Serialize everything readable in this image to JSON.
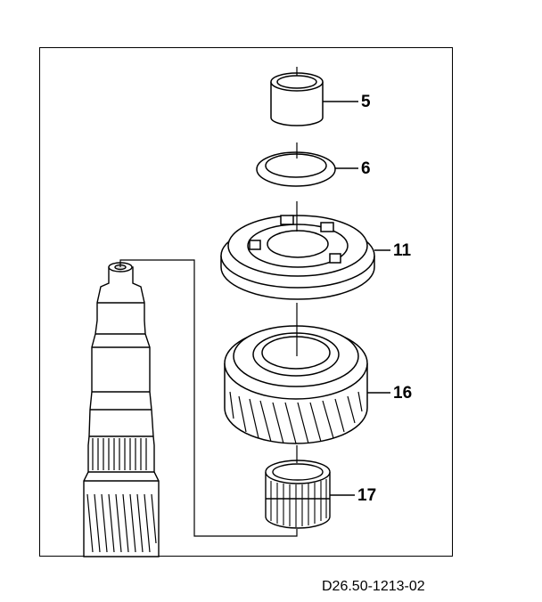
{
  "diagram": {
    "callouts": [
      {
        "id": "spacer-sleeve",
        "label": "5"
      },
      {
        "id": "snap-ring",
        "label": "6"
      },
      {
        "id": "synchronizer-ring",
        "label": "11"
      },
      {
        "id": "helical-gear",
        "label": "16"
      },
      {
        "id": "needle-bearing",
        "label": "17"
      }
    ],
    "figure_reference": "D26.50-1213-02"
  }
}
